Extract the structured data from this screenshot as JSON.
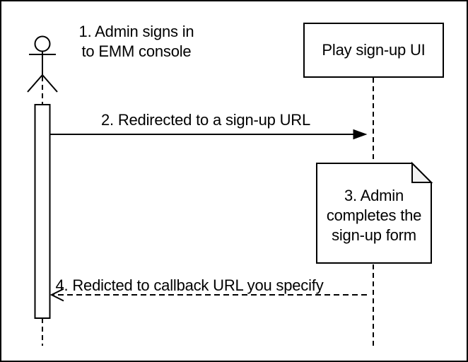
{
  "diagram_type": "sequence-diagram",
  "actor": {
    "caption": "1. Admin signs in\nto EMM console"
  },
  "participant": {
    "label": "Play sign-up UI"
  },
  "messages": {
    "redirect": {
      "label": "2. Redirected to a sign-up URL",
      "line_style": "solid",
      "arrowhead": "filled-triangle",
      "direction": "right"
    },
    "callback": {
      "label": "4. Redicted to callback URL you specify",
      "line_style": "dashed",
      "arrowhead": "open-chevron",
      "direction": "left"
    }
  },
  "note": {
    "text": "3. Admin\ncompletes the\nsign-up form"
  },
  "colors": {
    "stroke": "#000000",
    "background": "#ffffff",
    "note_fold_fill": "#f2f2f2",
    "shape_fill": "#ffffff"
  }
}
